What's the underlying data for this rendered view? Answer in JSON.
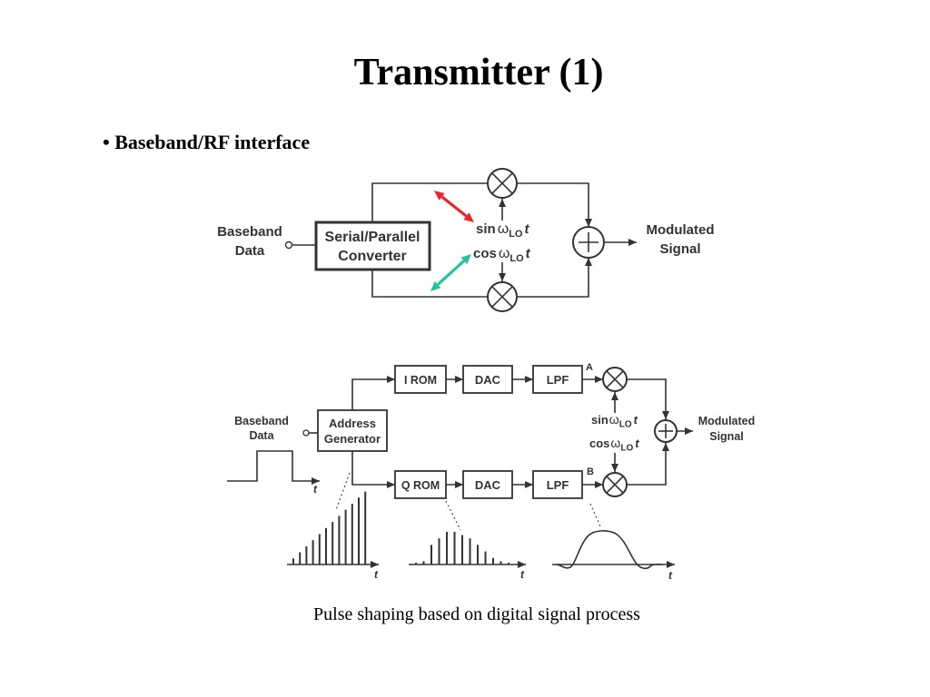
{
  "slide": {
    "title": "Transmitter (1)",
    "bullet": "Baseband/RF interface",
    "caption": "Pulse shaping based on digital signal process"
  },
  "top_diagram": {
    "input_label": [
      "Baseband",
      "Data"
    ],
    "converter_label": [
      "Serial/Parallel",
      "Converter"
    ],
    "sin_lo": {
      "func": "sin",
      "omega": "ω",
      "sub": "LO",
      "var": "t"
    },
    "cos_lo": {
      "func": "cos",
      "omega": "ω",
      "sub": "LO",
      "var": "t"
    },
    "output_label": [
      "Modulated",
      "Signal"
    ],
    "highlight_colors": {
      "sin_arrow": "#e8262b",
      "cos_arrow": "#22c49c"
    }
  },
  "bottom_diagram": {
    "input_label": [
      "Baseband",
      "Data"
    ],
    "generator_label": [
      "Address",
      "Generator"
    ],
    "i_chain": [
      "I ROM",
      "DAC",
      "LPF"
    ],
    "q_chain": [
      "Q ROM",
      "DAC",
      "LPF"
    ],
    "node_i": "A",
    "node_q": "B",
    "sin_lo": {
      "func": "sin",
      "omega": "ω",
      "sub": "LO",
      "var": "t"
    },
    "cos_lo": {
      "func": "cos",
      "omega": "ω",
      "sub": "LO",
      "var": "t"
    },
    "output_label": [
      "Modulated",
      "Signal"
    ],
    "time_axis_label": "t",
    "address_sample_levels": [
      1,
      2,
      3,
      4,
      5,
      6,
      7,
      8,
      9,
      10,
      11,
      12
    ],
    "rom_sample_levels": [
      0,
      1,
      6,
      8,
      10,
      10,
      9,
      8,
      6,
      4,
      2,
      1,
      0
    ]
  }
}
